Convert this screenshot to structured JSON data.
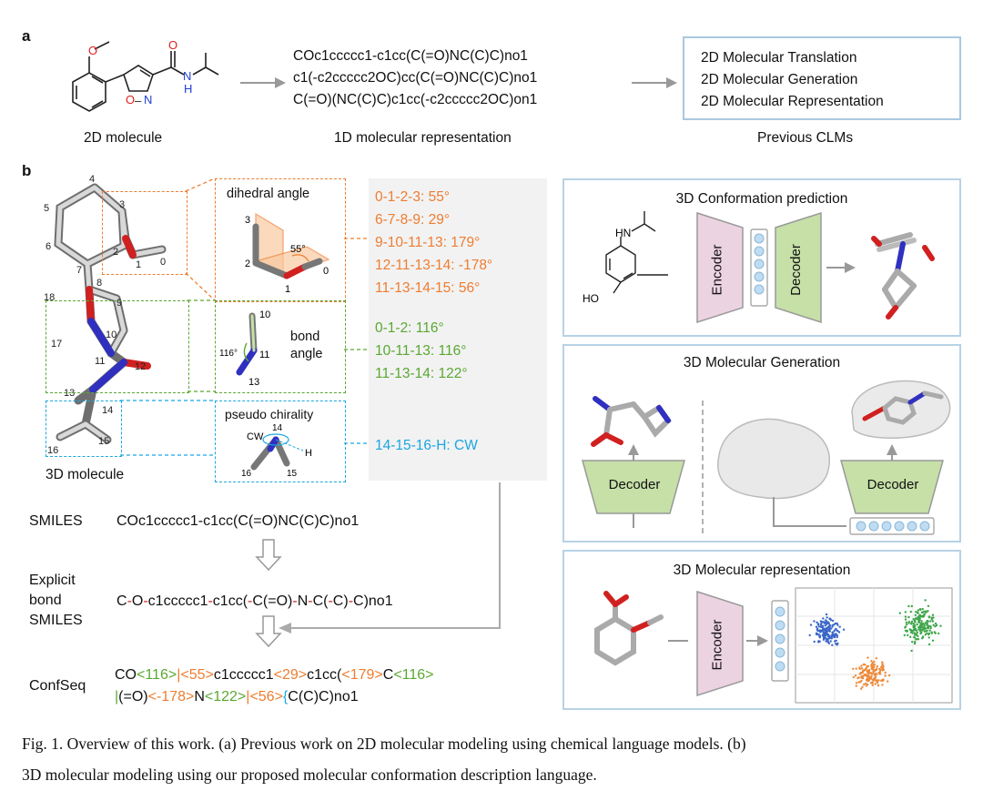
{
  "panel_a": {
    "label": "a",
    "mol2d_caption": "2D molecule",
    "smiles_lines": [
      "COc1ccccc1-c1cc(C(=O)NC(C)C)no1",
      "c1(-c2ccccc2OC)cc(C(=O)NC(C)C)no1",
      "C(=O)(NC(C)C)c1cc(-c2ccccc2OC)on1"
    ],
    "rep1d_caption": "1D molecular representation",
    "tasks": [
      "2D Molecular Translation",
      "2D Molecular Generation",
      "2D Molecular Representation"
    ],
    "prev_caption": "Previous CLMs",
    "atoms": {
      "O_methoxy": "O",
      "O_carbonyl": "O",
      "N_amide": "N",
      "H_amide": "H",
      "O_ring": "O",
      "N_ring": "N"
    }
  },
  "panel_b": {
    "label": "b",
    "mol3d_caption": "3D molecule",
    "atom_numbers": [
      "0",
      "1",
      "2",
      "3",
      "4",
      "5",
      "6",
      "7",
      "8",
      "9",
      "10",
      "11",
      "12",
      "13",
      "14",
      "15",
      "16",
      "17",
      "18"
    ],
    "dihedral": {
      "title": "dihedral angle",
      "angle": "55°",
      "nums": [
        "3",
        "2",
        "1",
        "0"
      ]
    },
    "bond": {
      "title_line1": "bond",
      "title_line2": "angle",
      "angle": "116°",
      "nums": [
        "10",
        "11",
        "13"
      ]
    },
    "chirality": {
      "title": "pseudo chirality",
      "cw": "CW",
      "h": "H",
      "nums": [
        "14",
        "15",
        "16"
      ]
    },
    "dihedral_values": [
      "0-1-2-3: 55°",
      "6-7-8-9: 29°",
      "9-10-11-13: 179°",
      "12-11-13-14: -178°",
      "11-13-14-15: 56°"
    ],
    "angle_values": [
      "0-1-2: 116°",
      "10-11-13: 116°",
      "11-13-14: 122°"
    ],
    "chirality_values": [
      "14-15-16-H: CW"
    ],
    "smiles_label": "SMILES",
    "smiles_value": "COc1ccccc1-c1cc(C(=O)NC(C)C)no1",
    "explicit_label": [
      "Explicit",
      "bond",
      "SMILES"
    ],
    "explicit_parts": [
      "C",
      "-",
      "O",
      "-",
      "c1ccccc1",
      "-",
      "c1cc(",
      "-",
      "C(=O)",
      "-",
      "N",
      "-",
      "C(",
      "-",
      "C)",
      "-",
      "C)no1"
    ],
    "confseq_label": "ConfSeq",
    "confseq_line1": [
      {
        "t": "CO",
        "c": "k"
      },
      {
        "t": "<116>",
        "c": "g"
      },
      {
        "t": "|<55>",
        "c": "o"
      },
      {
        "t": "c1ccccc1",
        "c": "k"
      },
      {
        "t": "<29>",
        "c": "o"
      },
      {
        "t": "c1cc(",
        "c": "k"
      },
      {
        "t": "<179>",
        "c": "o"
      },
      {
        "t": "C",
        "c": "k"
      },
      {
        "t": "<116>",
        "c": "g"
      }
    ],
    "confseq_line2": [
      {
        "t": "|",
        "c": "g"
      },
      {
        "t": "(=O)",
        "c": "k"
      },
      {
        "t": "<-178>",
        "c": "o"
      },
      {
        "t": "N",
        "c": "k"
      },
      {
        "t": "<122>",
        "c": "g"
      },
      {
        "t": "|<56>",
        "c": "o"
      },
      {
        "t": "{",
        "c": "b"
      },
      {
        "t": "C(C)C)no1",
        "c": "k"
      }
    ],
    "conf_pred": {
      "title": "3D Conformation prediction",
      "encoder": "Encoder",
      "decoder": "Decoder",
      "HN": "HN",
      "HO": "HO"
    },
    "mol_gen": {
      "title": "3D Molecular Generation",
      "decoder_left": "Decoder",
      "decoder_right": "Decoder"
    },
    "mol_rep": {
      "title": "3D Molecular representation",
      "encoder": "Encoder"
    }
  },
  "caption": {
    "line1": "Fig. 1. Overview of this work. (a) Previous work on 2D molecular modeling using chemical language models. (b)",
    "line2": "3D molecular modeling using our proposed molecular conformation description language."
  },
  "colors": {
    "orange": "#ee7d31",
    "green": "#5aa832",
    "blue": "#1ba6e0",
    "pink": "#ecd3e2",
    "lightgreen": "#c6e0a8",
    "panel_border": "#b7d2e6"
  }
}
